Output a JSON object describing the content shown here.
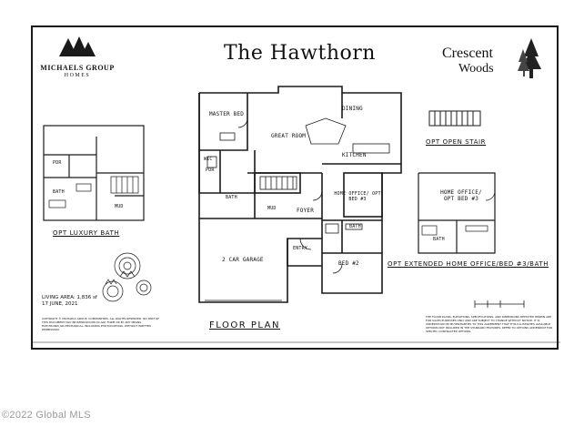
{
  "logo": {
    "company": "MICHAELS GROUP",
    "sub": "HOMES"
  },
  "title": "The Hawthorn",
  "community": {
    "line1": "Crescent",
    "line2": "Woods"
  },
  "rooms": {
    "master_bed": "MASTER BED",
    "great_room": "GREAT ROOM",
    "dining": "DINING",
    "kitchen": "KITCHEN",
    "home_office": "HOME OFFICE/ OPT BED #3",
    "foyer": "FOYER",
    "bath_main": "BATH",
    "bed2": "BED #2",
    "entry": "ENTRY",
    "garage": "2 CAR GARAGE",
    "mud": "MUD",
    "bath_master": "BATH",
    "pdr": "PDR",
    "wic": "WIC"
  },
  "luxury_bath": {
    "pdr": "PDR",
    "bath": "BATH",
    "mud": "MUD",
    "caption": "OPT LUXURY BATH"
  },
  "open_stair": {
    "caption": "OPT OPEN STAIR"
  },
  "extended": {
    "room": "HOME OFFICE/ OPT BED #3",
    "bath": "BATH",
    "caption": "OPT EXTENDED HOME OFFICE/BED #3/BATH"
  },
  "living_area": "LIVING AREA: 1,836 sf",
  "date": "17 JUNE, 2021",
  "floor_plan": "FLOOR PLAN",
  "watermark": "©2022 Global MLS",
  "copyright": "COPYRIGHT © MICHAELS GROUP, COMMUNITIES. ALL RIGHTS RESERVED. NO PART OF THIS DOCUMENT MAY BE REPRODUCED IN ANY FORM OR BY ANY MEANS, ELECTRONIC OR MECHANICAL, INCLUDING PHOTOCOPYING, WITHOUT WRITTEN PERMISSION.",
  "disclaimer": "THE FLOOR PLANS, ELEVATIONS, SPECIFICATIONS, AND DIMENSIONS DEPICTED HEREIN ARE FOR SALES PURPOSES ONLY AND ARE SUBJECT TO CHANGE WITHOUT NOTICE. IT IS UNDERSTOOD BY BUYER/PARTIES TO THIS AGREEMENT THAT THIS ILLUSTRATES AVAILABLE OPTIONS NOT INCLUDED IN THE STANDARD FEATURES. REFER TO OPTIONS ADDENDUM FOR SPECIFIC CONTRACTED OPTIONS."
}
